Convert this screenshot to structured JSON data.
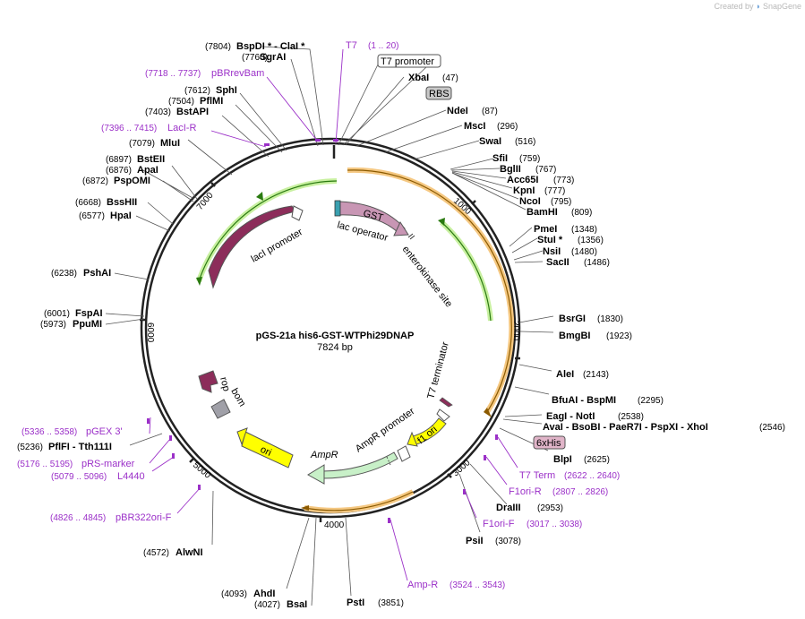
{
  "credit": "Created by",
  "brand": "SnapGene",
  "plasmid": {
    "name": "pGS-21a his6-GST-WTPhi29DNAP",
    "length": "7824 bp"
  },
  "ticks": [
    "1000",
    "2000",
    "3000",
    "4000",
    "5000",
    "6000",
    "7000"
  ],
  "features": {
    "gst": "GST",
    "laci": "lacI",
    "laci_promoter": "lacI promoter",
    "lac_operator": "lac operator",
    "enterokinase": "enterokinase site",
    "t7_terminator": "T7 terminator",
    "f1_ori": "f1 ori",
    "ampr_promoter": "AmpR promoter",
    "ampr": "AmpR",
    "ori": "ori",
    "rop": "rop",
    "bom": "bom",
    "t7_promoter": "T7 promoter",
    "rbs": "RBS",
    "his6": "6xHis"
  },
  "enzymes": {
    "bspdi_name": "BspDI * - ClaI *",
    "bspdi_pos": "(7804)",
    "sgrai_name": "SgrAI",
    "sgrai_pos": "(7760)",
    "sphi_name": "SphI",
    "sphi_pos": "(7612)",
    "pfimi_name": "PflMI",
    "pfimi_pos": "(7504)",
    "bstapi_name": "BstAPI",
    "bstapi_pos": "(7403)",
    "mlui_name": "MluI",
    "mlui_pos": "(7079)",
    "bsteii_name": "BstEII",
    "bsteii_pos": "(6897)",
    "apai_name": "ApaI",
    "apai_pos": "(6876)",
    "pspomi_name": "PspOMI",
    "pspomi_pos": "(6872)",
    "bsshii_name": "BssHII",
    "bsshii_pos": "(6668)",
    "hpai_name": "HpaI",
    "hpai_pos": "(6577)",
    "pshai_name": "PshAI",
    "pshai_pos": "(6238)",
    "fspai_name": "FspAI",
    "fspai_pos": "(6001)",
    "ppumi_name": "PpuMI",
    "ppumi_pos": "(5973)",
    "pflfi_name": "PflFI - Tth111I",
    "pflfi_pos": "(5236)",
    "alwni_name": "AlwNI",
    "alwni_pos": "(4572)",
    "ahdi_name": "AhdI",
    "ahdi_pos": "(4093)",
    "bsai_name": "BsaI",
    "bsai_pos": "(4027)",
    "psti_name": "PstI",
    "psti_pos": "(3851)",
    "psii_name": "PsiI",
    "psii_pos": "(3078)",
    "draiii_name": "DraIII",
    "draiii_pos": "(2953)",
    "blpi_name": "BlpI",
    "blpi_pos": "(2625)",
    "avai_name": "AvaI - BsoBI - PaeR7I - PspXI - XhoI",
    "avai_pos": "(2546)",
    "eagi_name": "EagI - NotI",
    "eagi_pos": "(2538)",
    "bfuai_name": "BfuAI - BspMI",
    "bfuai_pos": "(2295)",
    "alei_name": "AleI",
    "alei_pos": "(2143)",
    "bmgbi_name": "BmgBI",
    "bmgbi_pos": "(1923)",
    "bsrgi_name": "BsrGI",
    "bsrgi_pos": "(1830)",
    "sacii_name": "SacII",
    "sacii_pos": "(1486)",
    "nsii_name": "NsiI",
    "nsii_pos": "(1480)",
    "stui_name": "StuI *",
    "stui_pos": "(1356)",
    "pmei_name": "PmeI",
    "pmei_pos": "(1348)",
    "bamhi_name": "BamHI",
    "bamhi_pos": "(809)",
    "ncoi_name": "NcoI",
    "ncoi_pos": "(795)",
    "kpni_name": "KpnI",
    "kpni_pos": "(777)",
    "acc65i_name": "Acc65I",
    "acc65i_pos": "(773)",
    "bglii_name": "BglII",
    "bglii_pos": "(767)",
    "sfii_name": "SfiI",
    "sfii_pos": "(759)",
    "swai_name": "SwaI",
    "swai_pos": "(516)",
    "msci_name": "MscI",
    "msci_pos": "(296)",
    "ndei_name": "NdeI",
    "ndei_pos": "(87)",
    "xbai_name": "XbaI",
    "xbai_pos": "(47)"
  },
  "primers": {
    "t7_name": "T7",
    "t7_range": "(1 .. 20)",
    "pbrrevbam_name": "pBRrevBam",
    "pbrrevbam_range": "(7718 .. 7737)",
    "laci_r_name": "LacI-R",
    "laci_r_range": "(7396 .. 7415)",
    "pgex3_name": "pGEX 3'",
    "pgex3_range": "(5336 .. 5358)",
    "prs_name": "pRS-marker",
    "prs_range": "(5176 .. 5195)",
    "l4440_name": "L4440",
    "l4440_range": "(5079 .. 5096)",
    "pbr322_name": "pBR322ori-F",
    "pbr322_range": "(4826 .. 4845)",
    "ampr_name": "Amp-R",
    "ampr_range": "(3524 .. 3543)",
    "f1orif_name": "F1ori-F",
    "f1orif_range": "(3017 .. 3038)",
    "f1orir_name": "F1ori-R",
    "f1orir_range": "(2807 .. 2826)",
    "t7term_name": "T7 Term",
    "t7term_range": "(2622 .. 2640)"
  },
  "colors": {
    "backbone": "#222222",
    "gst": "#c896b4",
    "laci": "#8c2d5a",
    "ampr": "#c8f0c8",
    "ori": "#ffff00",
    "f1ori": "#ffff00",
    "rop": "#8c2d5a",
    "primer": "#9b30c8",
    "orange_arc": "#f5c882",
    "green_arc": "#c8f0a0"
  }
}
